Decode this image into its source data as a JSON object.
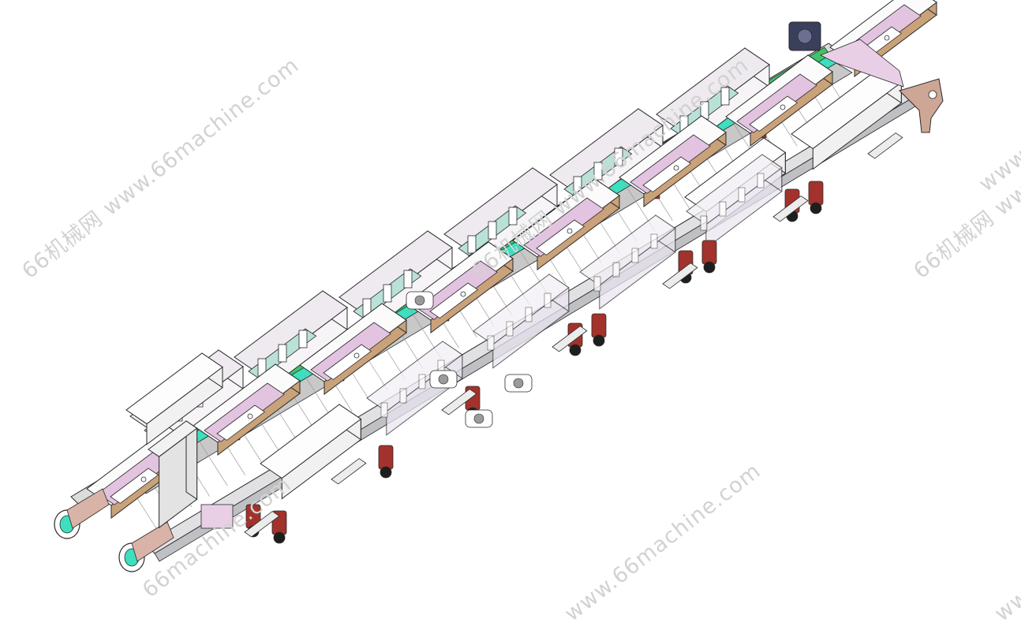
{
  "drawing": {
    "subject": "",
    "colors": {
      "outline": "#2a2a2a",
      "frame_tan": "#c9a27a",
      "tray_white": "#fbfbfb",
      "slot_pink": "#e2c3e0",
      "belt_green": "#3fc46a",
      "belt_teal": "#3ddfbe",
      "motor_red": "#a2322b",
      "gearbox_blue": "#3a3f5c",
      "glass": "#eeeaf0"
    }
  },
  "watermarks": [
    {
      "text": "66机械网 www.66machine.com"
    },
    {
      "text": "66机械网 www.66machine.com"
    },
    {
      "text": "www.66machine.com"
    },
    {
      "text": "66machine.com"
    },
    {
      "text": "66机械网 www"
    },
    {
      "text": "www.66machine.com"
    },
    {
      "text": "www.66"
    }
  ]
}
